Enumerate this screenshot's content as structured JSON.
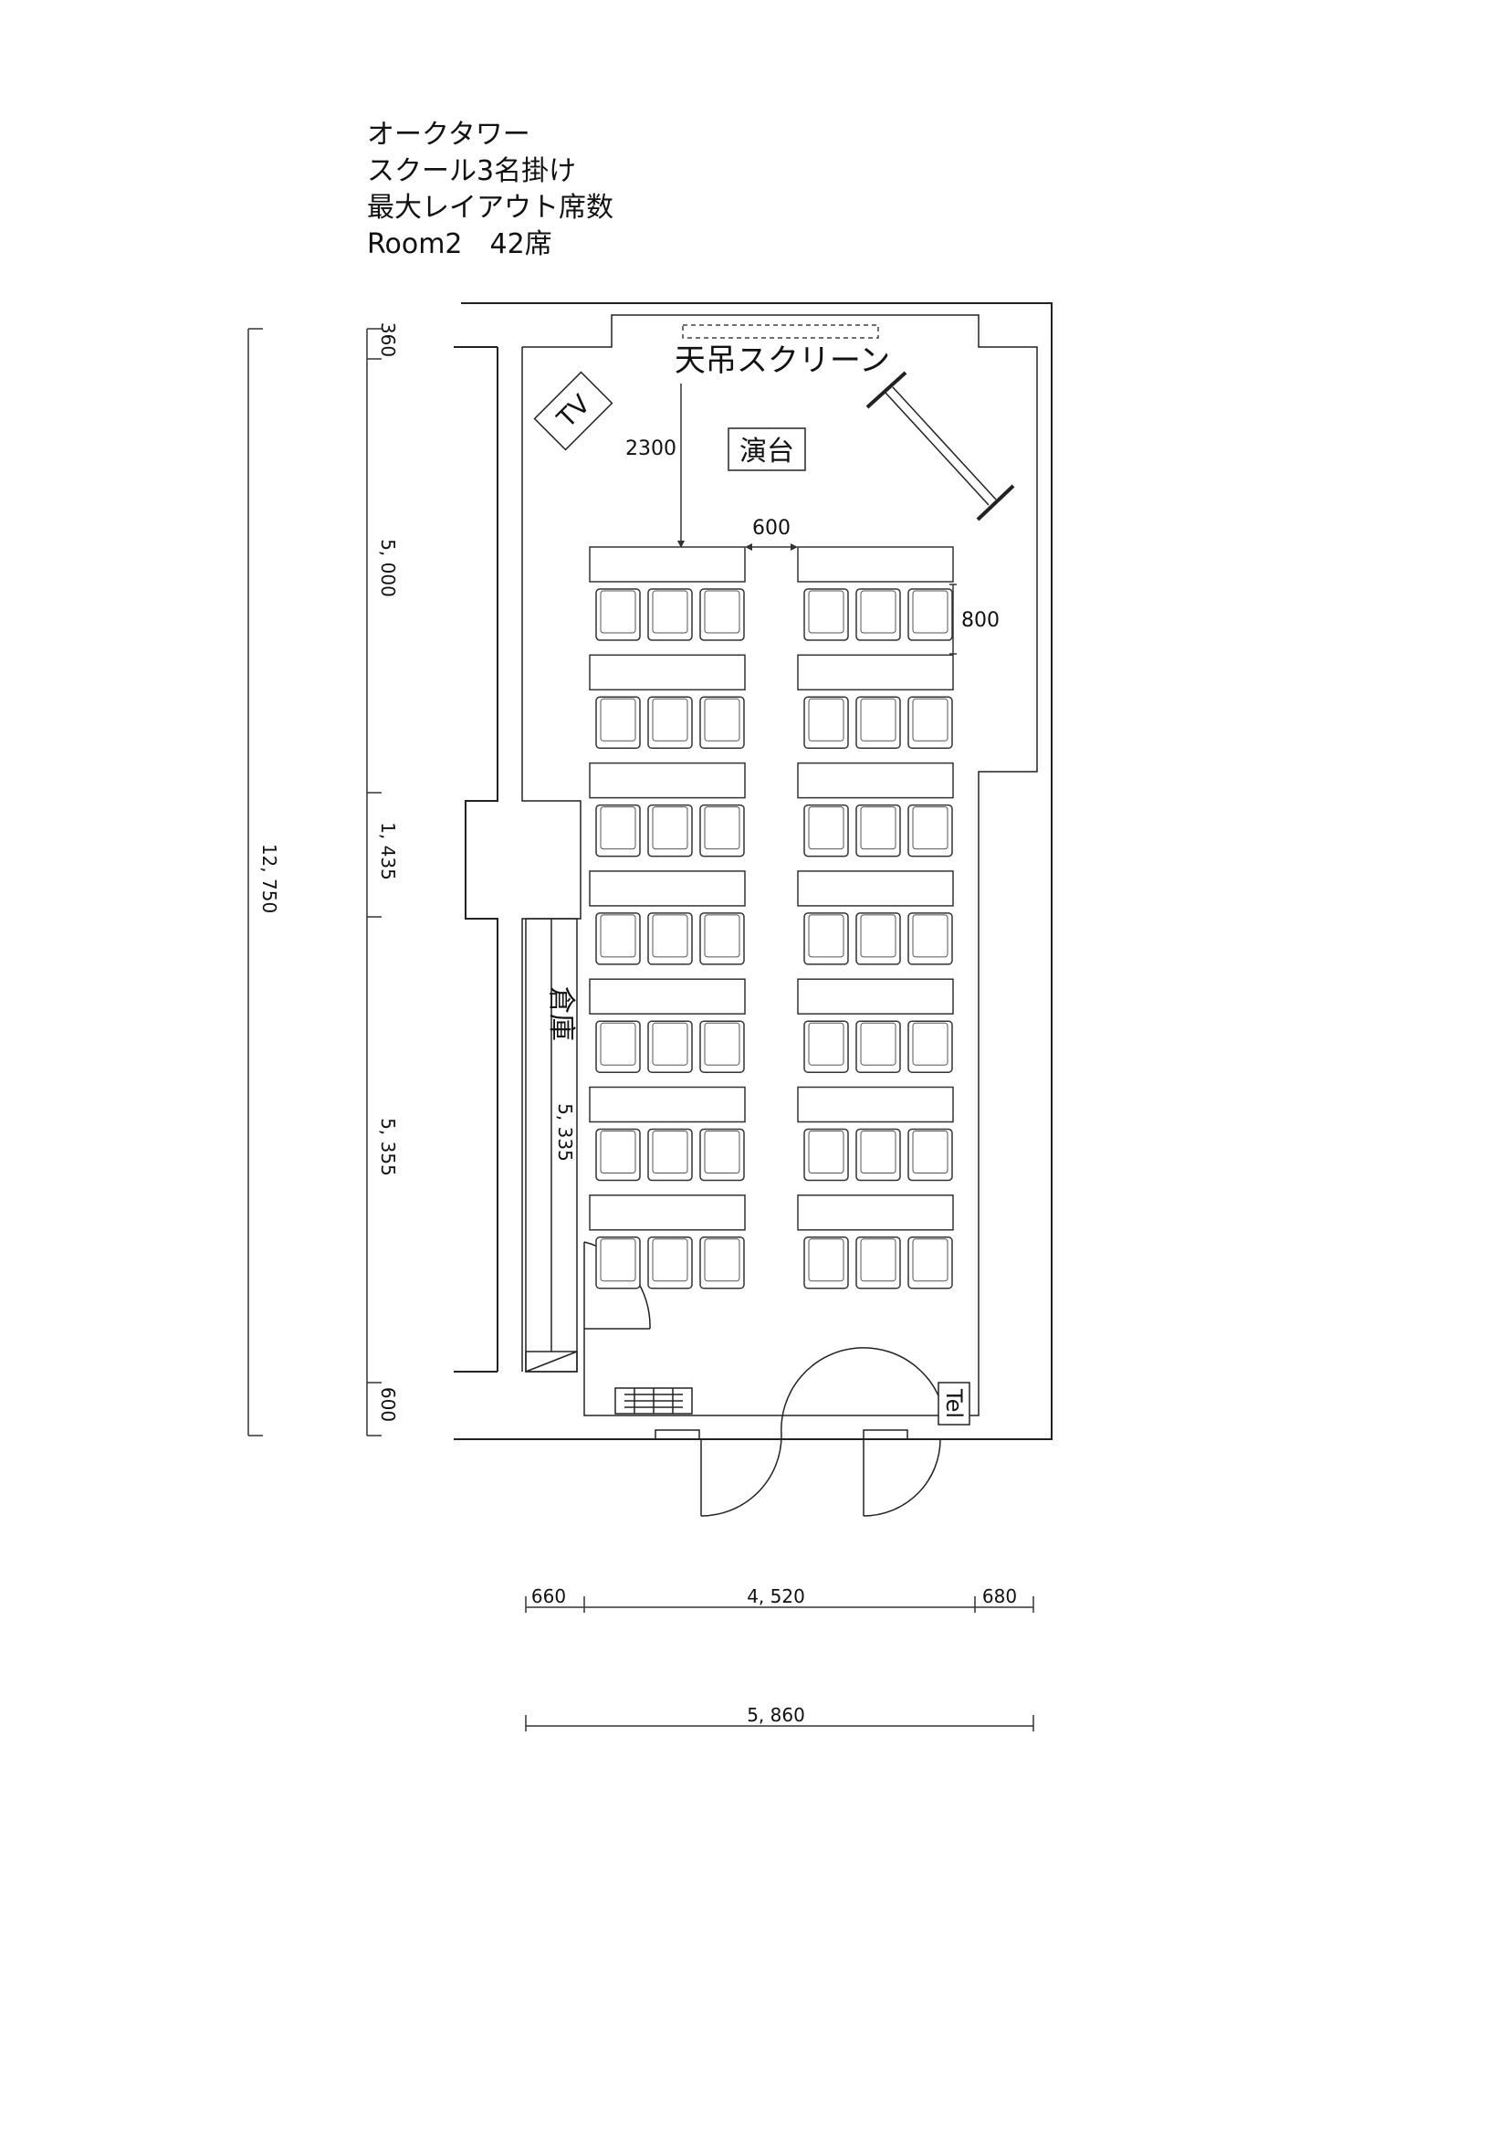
{
  "title": {
    "line1": "オークタワー",
    "line2": "スクール3名掛け",
    "line3": "最大レイアウト席数",
    "line4": "Room2　42席"
  },
  "labels": {
    "screen": "天吊スクリーン",
    "stage": "演台",
    "tv": "TV",
    "storage": "倉庫",
    "tel": "Tel"
  },
  "dimensions": {
    "stage_to_table": "2300",
    "aisle": "600",
    "row_pitch": "800",
    "storage_length": "5, 335",
    "left_top": "360",
    "left_front": "5, 000",
    "left_door": "1, 435",
    "left_back": "5, 355",
    "left_bottom": "600",
    "total_depth": "12, 750",
    "bottom_left": "660",
    "bottom_center": "4, 520",
    "bottom_right": "680",
    "total_width": "5, 860"
  },
  "seating": {
    "rows": 7,
    "blocks": 2,
    "chairs_per_table": 3
  }
}
